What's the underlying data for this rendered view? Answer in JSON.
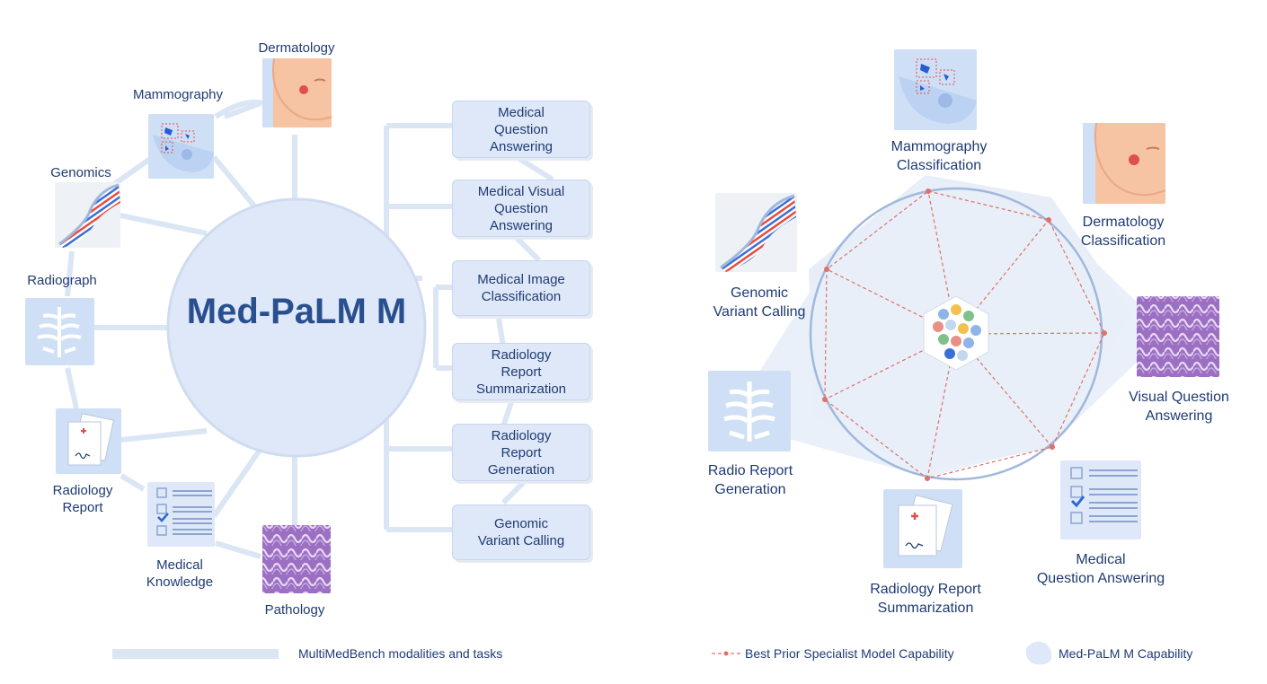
{
  "left": {
    "center_title": "Med-PaLM M",
    "modalities": {
      "dermatology": "Dermatology",
      "mammography": "Mammography",
      "genomics": "Genomics",
      "radiograph": "Radiograph",
      "radiology_report": "Radiology\nReport",
      "medical_knowledge": "Medical\nKnowledge",
      "pathology": "Pathology"
    },
    "tasks": [
      "Medical\nQuestion\nAnswering",
      "Medical Visual\nQuestion\nAnswering",
      "Medical Image\nClassification",
      "Radiology\nReport\nSummarization",
      "Radiology\nReport\nGeneration",
      "Genomic\nVariant Calling"
    ]
  },
  "right": {
    "labels": {
      "mammography": "Mammography\nClassification",
      "dermatology": "Dermatology\nClassification",
      "genomic": "Genomic\nVariant Calling",
      "vqa": "Visual Question\nAnswering",
      "radio_report": "Radio Report\nGeneration",
      "medqa": "Medical\nQuestion Answering",
      "summarization": "Radiology Report\nSummarization"
    }
  },
  "legend": {
    "multimedbench": "MultiMedBench modalities and tasks",
    "specialist": "Best Prior Specialist Model Capability",
    "medpalm": "Med-PaLM M Capability"
  },
  "colors": {
    "connector": "#dbe6f5",
    "circle_fill": "#dfe8f8",
    "circle_stroke": "#cfdcf0",
    "specialist_line": "#e0706a",
    "ring": "#9fb8dc",
    "text": "#1f3b73"
  }
}
